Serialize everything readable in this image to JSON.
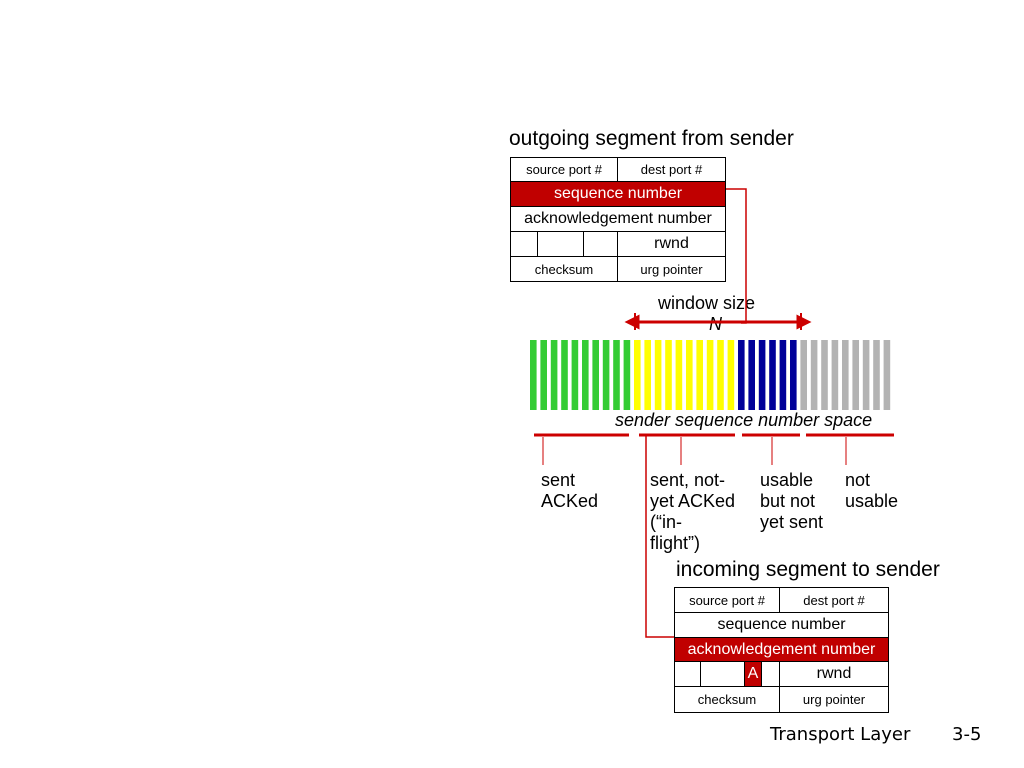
{
  "outgoing": {
    "title": "outgoing segment from sender",
    "source_port": "source port #",
    "dest_port": "dest port #",
    "sequence_number": "sequence number",
    "ack_number": "acknowledgement number",
    "rwnd": "rwnd",
    "checksum": "checksum",
    "urg_pointer": "urg pointer"
  },
  "window": {
    "label": "window size",
    "n": "N"
  },
  "sequence_space": {
    "caption": "sender sequence number space",
    "groups": [
      {
        "name": "sent ACKed",
        "label": "sent\nACKed",
        "color": "#33cc33",
        "count": 10
      },
      {
        "name": "in-flight",
        "label": "sent, not-\nyet ACKed\n(“in-\nflight”)",
        "color": "#ffff00",
        "count": 10
      },
      {
        "name": "usable",
        "label": "usable\nbut not\nyet sent",
        "color": "#000099",
        "count": 6
      },
      {
        "name": "not usable",
        "label": "not\nusable",
        "color": "#b3b3b3",
        "count": 9
      }
    ]
  },
  "incoming": {
    "title": "incoming segment to sender",
    "source_port": "source port #",
    "dest_port": "dest port #",
    "sequence_number": "sequence number",
    "ack_number": "acknowledgement number",
    "a_flag": "A",
    "rwnd": "rwnd",
    "checksum": "checksum",
    "urg_pointer": "urg pointer"
  },
  "footer": {
    "title": "Transport Layer",
    "page": "3-5"
  },
  "colors": {
    "accent_red": "#c00000",
    "arrow_red": "#cc0000"
  }
}
